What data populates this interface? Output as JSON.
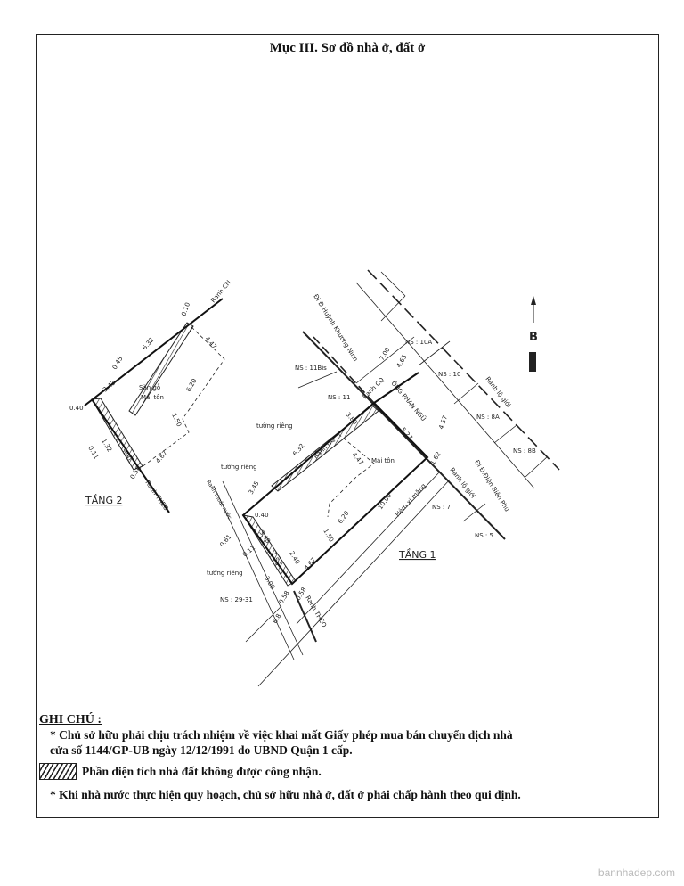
{
  "title": "Mục III. Sơ đồ nhà ở, đất ở",
  "diagram": {
    "floor1_label": "TẦNG 1",
    "floor2_label": "TẦNG 2",
    "floor2": {
      "area_label_1": "Sàn gỗ",
      "area_label_2": "Mái tôn",
      "ranh_cn": "Ranh CN",
      "ranh_theo": "Ranh THEO",
      "dims": [
        "6.32",
        "4.47",
        "6.20",
        "1.50",
        "4.67",
        "3.43",
        "0.40",
        "3.00",
        "0.58",
        "0.10",
        "1.32",
        "0.11",
        "0.45"
      ]
    },
    "floor1": {
      "area_label": "Mái tôn",
      "ong_phan_ngu": "ÔNG PHAN NGŨ",
      "ranh_cq": "Ranh CQ",
      "ranh_cq2": "Ranh CQ",
      "tuong_rieng": "tường riêng",
      "ranh_thoat_nuoc": "Ranh thoát nước",
      "ranh_theo": "Ranh THEO",
      "hem": "Hẻm xi măng",
      "ranh_lo_gioi_1": "Ranh lộ giới",
      "ranh_lo_gioi_2": "Ranh lộ giới",
      "street_1": "Đi Đ.Huỳnh Khương Ninh",
      "street_2": "Đi Đ.Điện Biên Phủ",
      "dims": [
        "7.00",
        "4.65",
        "3.80",
        "6.32",
        "4.47",
        "5.27",
        "4.57",
        "1.62",
        "10.00",
        "6.20",
        "1.50",
        "4.67",
        "3.45",
        "0.40",
        "0.61",
        "3.48",
        "0.11",
        "1.56",
        "2.40",
        "3.00",
        "0.58",
        "0.58",
        "6.8"
      ],
      "ns": [
        "NS : 10A",
        "NS : 10",
        "NS : 8A",
        "NS : 8B",
        "NS : 11Bis",
        "NS : 11",
        "NS : 7",
        "NS : 5",
        "NS : 29-31"
      ]
    },
    "north": "B"
  },
  "notes": {
    "heading": "GHI CHÚ :",
    "line1a": "* Chủ sở hữu phải chịu trách nhiệm về việc khai mất Giấy phép mua bán chuyển dịch nhà",
    "line1b": "cửa số 1144/GP-UB ngày 12/12/1991 do UBND Quận 1 cấp.",
    "legend": "Phần diện tích nhà đất không được công nhận.",
    "line2": "* Khi nhà nước thực hiện quy hoạch, chủ sở hữu nhà ở, đất ở phải chấp hành theo qui định."
  },
  "watermark": "bannhadep.com"
}
